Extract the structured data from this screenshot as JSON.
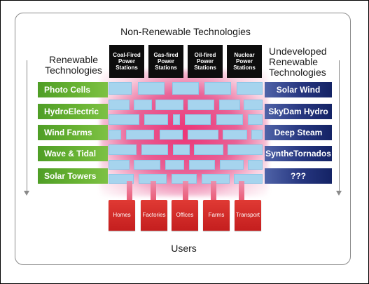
{
  "titles": {
    "non_renewable": "Non-Renewable Technologies",
    "renewable": "Renewable\nTechnologies",
    "undeveloped": "Undeveloped\nRenewable\nTechnologies",
    "users": "Users"
  },
  "stations": [
    "Coal-Fired\nPower\nStations",
    "Gas-fired\nPower\nStations",
    "Oil-fired\nPower\nStations",
    "Nuclear\nPower\nStations"
  ],
  "renewable": [
    "Photo Cells",
    "HydroElectric",
    "Wind Farms",
    "Wave & Tidal",
    "Solar Towers"
  ],
  "undeveloped": [
    "Solar Wind",
    "SkyDam Hydro",
    "Deep Steam",
    "SyntheTornados",
    "???"
  ],
  "users": [
    "Homes",
    "Factories",
    "Offices",
    "Farms",
    "Transport"
  ],
  "colors": {
    "renewable_green": "#6ab434",
    "undeveloped_blue": "#26367f",
    "station_black": "#0d0d0d",
    "user_red": "#c41e1e",
    "grid_cell_blue": "#a6d4ee",
    "network_pink": "#e6307a"
  }
}
